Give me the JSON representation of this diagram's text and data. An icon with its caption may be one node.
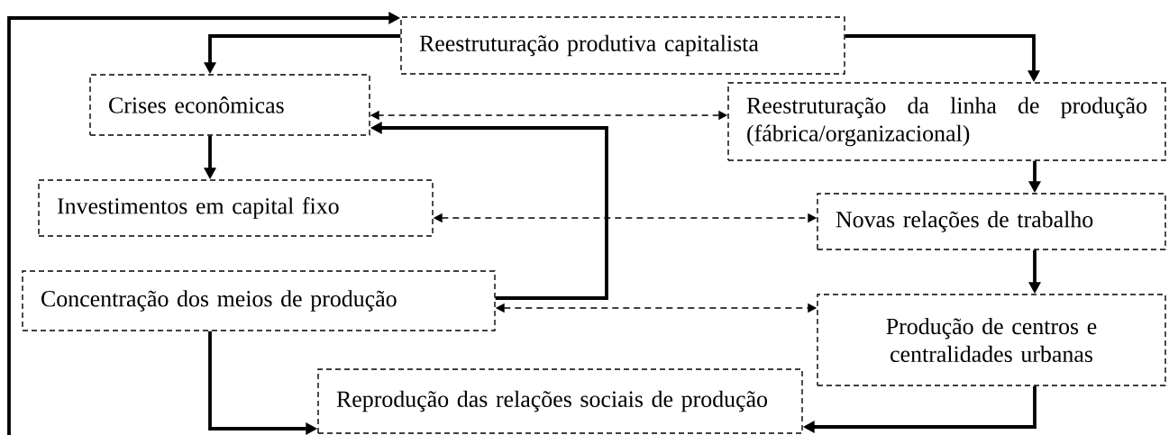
{
  "diagram": {
    "nodes": [
      {
        "text": [
          "Reestruturação produtiva capitalista"
        ]
      },
      {
        "text": [
          "Crises econômicas"
        ]
      },
      {
        "text": [
          "Reestruturação da linha de produção (fábrica/organizacional)"
        ]
      },
      {
        "text": [
          "Investimentos em capital fixo"
        ]
      },
      {
        "text": [
          "Novas relações de trabalho"
        ]
      },
      {
        "text": [
          "Concentração dos meios de produção"
        ]
      },
      {
        "text": [
          "Produção de centros e centralidades urbanas"
        ]
      },
      {
        "text": [
          "Reprodução das relações sociais de produção"
        ]
      }
    ],
    "edges": [
      {
        "from": 0,
        "to": 1,
        "arrow": "to"
      },
      {
        "from": 0,
        "to": 2,
        "arrow": "to"
      },
      {
        "from": 2,
        "to": 1,
        "arrow": "both",
        "style": "dashed"
      },
      {
        "from": 1,
        "to": 3,
        "arrow": "to"
      },
      {
        "from": 3,
        "to": 4,
        "arrow": "both",
        "style": "dashed"
      },
      {
        "from": 2,
        "to": 4,
        "arrow": "to"
      },
      {
        "from": 5,
        "to": 1,
        "arrow": "to"
      },
      {
        "from": 5,
        "to": 6,
        "arrow": "both",
        "style": "dashed"
      },
      {
        "from": 4,
        "to": 6,
        "arrow": "to"
      },
      {
        "from": 5,
        "to": 7,
        "arrow": "to"
      },
      {
        "from": 6,
        "to": 7,
        "arrow": "to"
      },
      {
        "from": null,
        "to": 0,
        "arrow": "to"
      }
    ]
  }
}
